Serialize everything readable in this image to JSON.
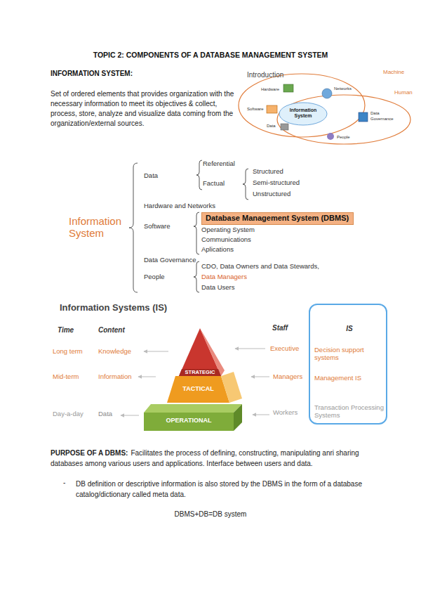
{
  "diagram": {
    "title": "TOPIC 2: COMPONENTS OF A DATABASE MANAGEMENT SYSTEM",
    "nodes": [
      {
        "text": [
          "Information System"
        ]
      },
      {
        "text": [
          "Database Management System (DBMS)"
        ]
      },
      {
        "text": [
          "STRATEGIC"
        ]
      },
      {
        "text": [
          "TACTICAL"
        ]
      },
      {
        "text": [
          "OPERATIONAL"
        ]
      },
      {
        "text": [
          "IS",
          "Decision support systems",
          "Management IS",
          "Transaction Processing Systems"
        ]
      }
    ],
    "labels": [
      "INFORMATION SYSTEM:",
      "Set of ordered elements that provides organization with the necessary information to meet its objectives & collect, process, store, analyze and visualize data coming from the organization/external sources.",
      "Introduction",
      "Machine",
      "Human",
      "Hardware",
      "Networks",
      "Software",
      "Data",
      "Data Governance",
      "People",
      "Information System",
      "Data",
      "Referential",
      "Factual",
      "Structured",
      "Semi-structured",
      "Unstructured",
      "Hardware and Networks",
      "Software",
      "Operating System",
      "Communications",
      "Aplications",
      "Data Governance",
      "People",
      "CDO, Data Owners and Data Stewards,",
      "Data Managers",
      "Data Users",
      "Information Systems (IS)",
      "Time",
      "Content",
      "Staff",
      "Long term",
      "Knowledge",
      "Mid-term",
      "Information",
      "Day-a-day",
      "Data",
      "Executive",
      "Managers",
      "Workers",
      "PURPOSE OF A DBMS:",
      "Facilitates the process of defining, constructing, manipulating anri sharing databases among various users and applications. Interface between users and data.",
      "-",
      "DB definition or descriptive information is also stored by the DBMS in the form of a database catalog/dictionary called meta data.",
      "DBMS+DB=DB system"
    ]
  }
}
